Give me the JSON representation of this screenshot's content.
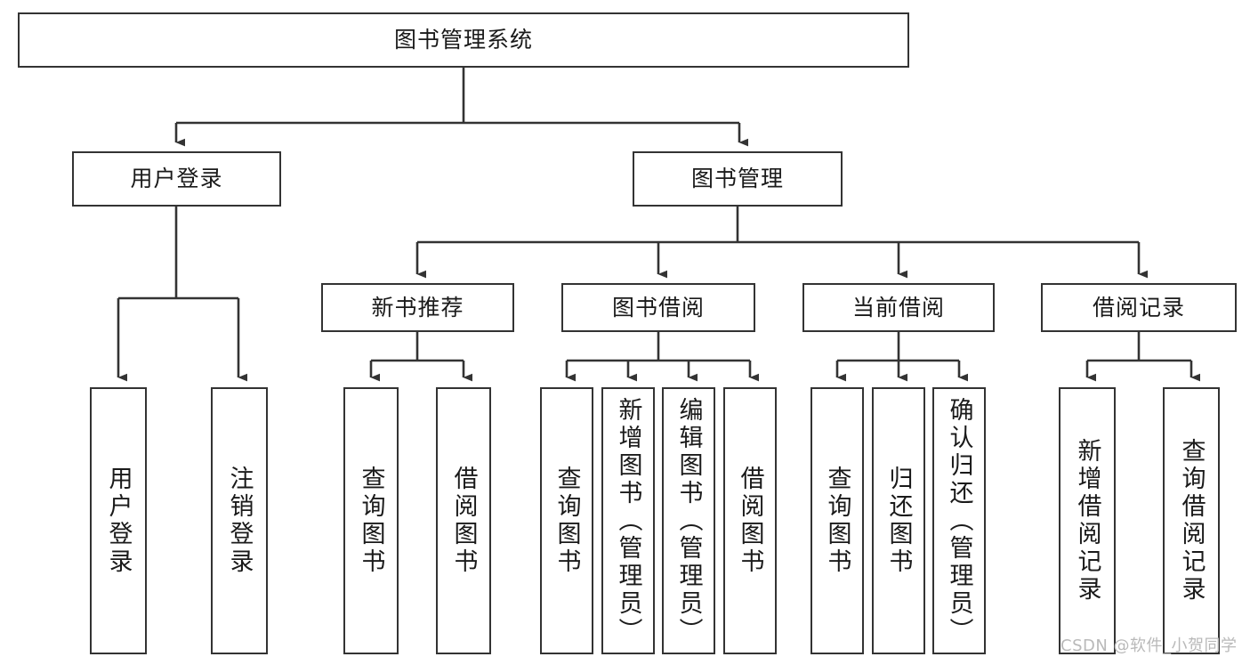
{
  "diagram": {
    "type": "tree-hierarchy-chart",
    "title_node": {
      "label": "图书管理系统"
    },
    "level1": [
      {
        "id": "user-login",
        "label": "用户登录"
      },
      {
        "id": "book-manage",
        "label": "图书管理"
      }
    ],
    "level2": [
      {
        "id": "new-book-recommend",
        "label": "新书推荐",
        "parent": "book-manage"
      },
      {
        "id": "book-borrow",
        "label": "图书借阅",
        "parent": "book-manage"
      },
      {
        "id": "current-borrow",
        "label": "当前借阅",
        "parent": "book-manage"
      },
      {
        "id": "borrow-record",
        "label": "借阅记录",
        "parent": "book-manage"
      }
    ],
    "leaves": {
      "user_login": [
        {
          "id": "leaf-user-login",
          "label": "用户登录"
        },
        {
          "id": "leaf-logout",
          "label": "注销登录"
        }
      ],
      "new_book_recommend": [
        {
          "id": "leaf-query-book-1",
          "label": "查询图书"
        },
        {
          "id": "leaf-borrow-book-1",
          "label": "借阅图书"
        }
      ],
      "book_borrow": [
        {
          "id": "leaf-query-book-2",
          "label": "查询图书"
        },
        {
          "id": "leaf-add-book",
          "label": "新增图书（管理员）"
        },
        {
          "id": "leaf-edit-book",
          "label": "编辑图书（管理员）"
        },
        {
          "id": "leaf-borrow-book-2",
          "label": "借阅图书"
        }
      ],
      "current_borrow": [
        {
          "id": "leaf-query-book-3",
          "label": "查询图书"
        },
        {
          "id": "leaf-return-book",
          "label": "归还图书"
        },
        {
          "id": "leaf-confirm-return",
          "label": "确认归还（管理员）"
        }
      ],
      "borrow_record": [
        {
          "id": "leaf-add-record",
          "label": "新增借阅记录"
        },
        {
          "id": "leaf-query-record",
          "label": "查询借阅记录"
        }
      ]
    },
    "colors": {
      "node_border": "#333333",
      "node_fill": "#ffffff",
      "connector": "#333333",
      "text": "#1a1a1a",
      "watermark": "#b9b9b9",
      "background": "#ffffff"
    }
  },
  "watermark": {
    "text": "CSDN @软件_小贺同学"
  }
}
